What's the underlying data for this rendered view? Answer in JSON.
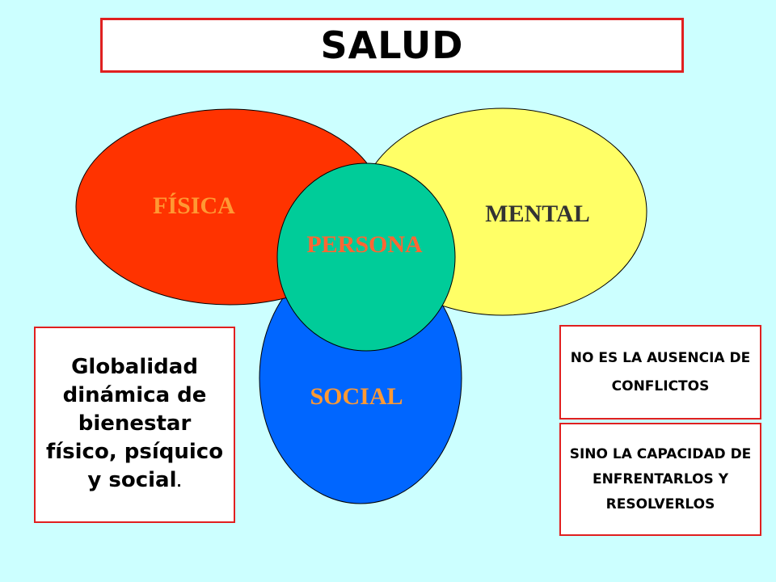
{
  "title": "SALUD",
  "venn": {
    "fisica": "FÍSICA",
    "mental": "MENTAL",
    "social": "SOCIAL",
    "persona": "PERSONA"
  },
  "colors": {
    "background": "#ccffff",
    "fisica": "#ff3300",
    "mental": "#ffff66",
    "social": "#0066ff",
    "persona": "#00cc99",
    "fisica_label": "#ff9933",
    "mental_label": "#333333",
    "social_label": "#ff9933",
    "persona_label": "#ff6633",
    "border": "#e02020"
  },
  "definition": {
    "text": "Globalidad dinámica de bienestar físico, psíquico y social",
    "tail": "."
  },
  "notes": {
    "first": "NO ES LA AUSENCIA DE CONFLICTOS",
    "second": "SINO LA CAPACIDAD DE ENFRENTARLOS Y RESOLVERLOS"
  }
}
